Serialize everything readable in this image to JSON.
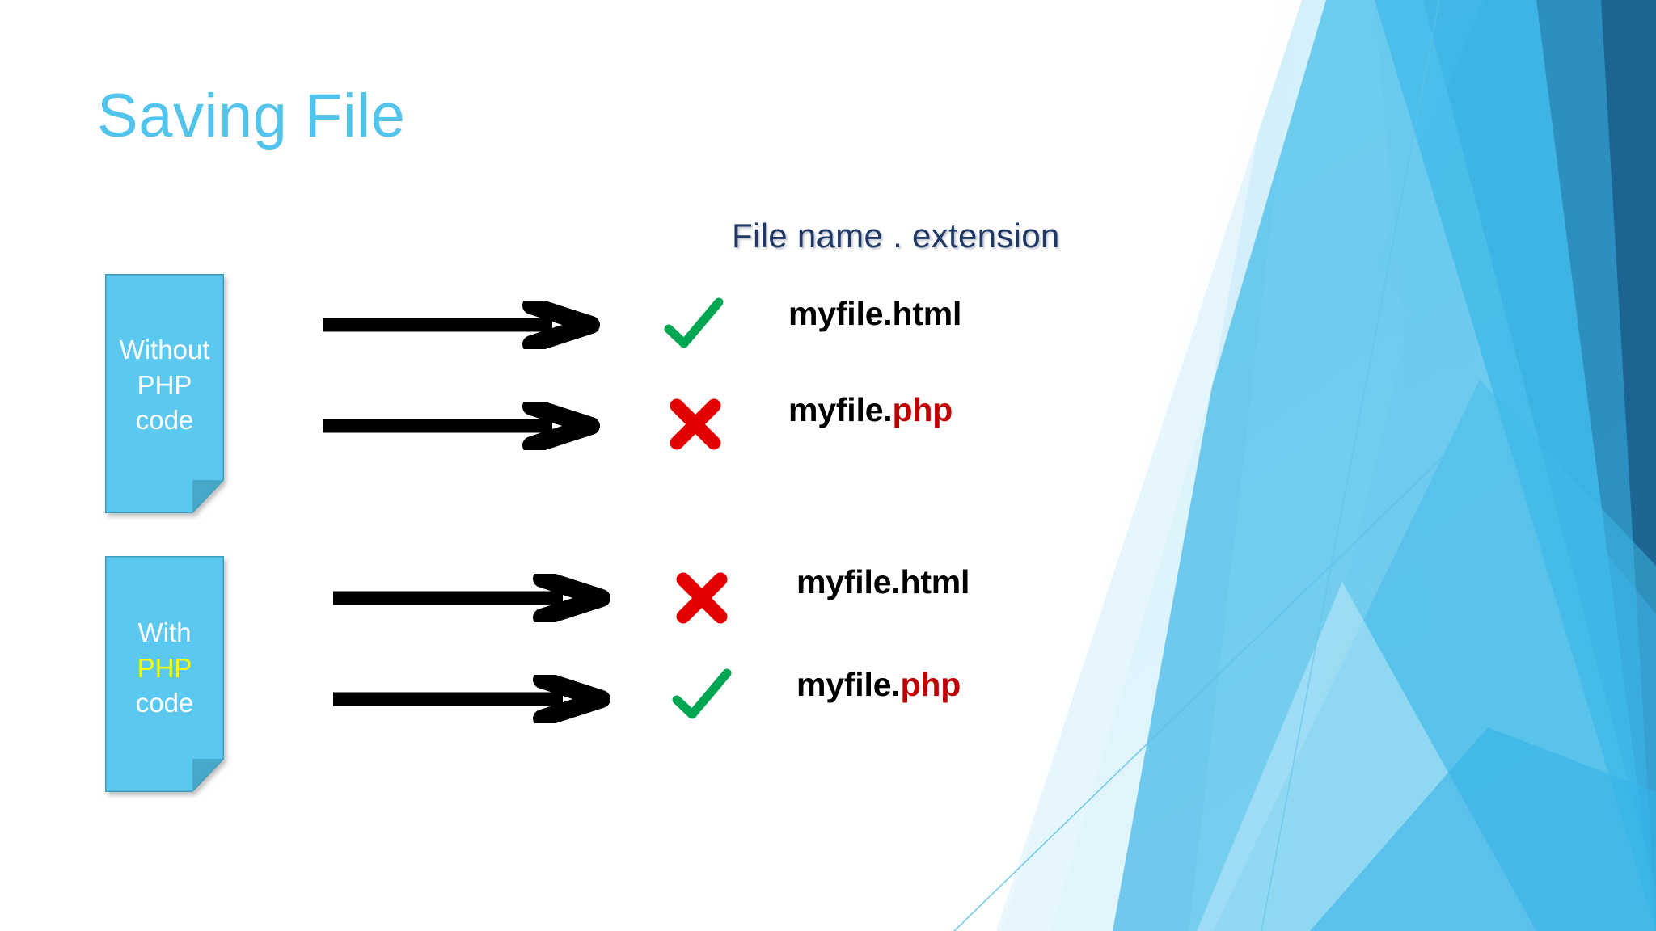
{
  "slide": {
    "title": "Saving File",
    "title_color": "#52C4EC",
    "background_color": "#FFFFFF",
    "accent_blue": "#5BC8F0",
    "header_caption": "File name . extension",
    "header_caption_color": "#1F3864"
  },
  "cards": [
    {
      "id": "without-php",
      "lines": [
        {
          "text": "Without",
          "highlight": false
        },
        {
          "text": "PHP",
          "highlight": false
        },
        {
          "text": "code",
          "highlight": false
        }
      ],
      "fill_color": "#5BC8F0",
      "text_color": "#FFFFFF"
    },
    {
      "id": "with-php",
      "lines": [
        {
          "text": "With",
          "highlight": false
        },
        {
          "text": "PHP",
          "highlight": true
        },
        {
          "text": "code",
          "highlight": false
        }
      ],
      "fill_color": "#5BC8F0",
      "text_color": "#FFFFFF",
      "highlight_color": "#FFFF00"
    }
  ],
  "rows": [
    {
      "card": "without-php",
      "mark": "check-icon",
      "mark_meaning": "valid",
      "mark_color": "#00A651",
      "filename_base": "myfile.",
      "filename_ext": "html",
      "ext_color": "#000000",
      "filename_full": "myfile.html"
    },
    {
      "card": "without-php",
      "mark": "cross-icon",
      "mark_meaning": "invalid",
      "mark_color": "#E30000",
      "filename_base": "myfile.",
      "filename_ext": "php",
      "ext_color": "#C00000",
      "filename_full": "myfile.php"
    },
    {
      "card": "with-php",
      "mark": "cross-icon",
      "mark_meaning": "invalid",
      "mark_color": "#E30000",
      "filename_base": "myfile.",
      "filename_ext": "html",
      "ext_color": "#000000",
      "filename_full": "myfile.html"
    },
    {
      "card": "with-php",
      "mark": "check-icon",
      "mark_meaning": "valid",
      "mark_color": "#00A651",
      "filename_base": "myfile.",
      "filename_ext": "php",
      "ext_color": "#C00000",
      "filename_full": "myfile.php"
    }
  ],
  "arrows": {
    "count": 4,
    "color": "#000000",
    "direction": "right"
  }
}
